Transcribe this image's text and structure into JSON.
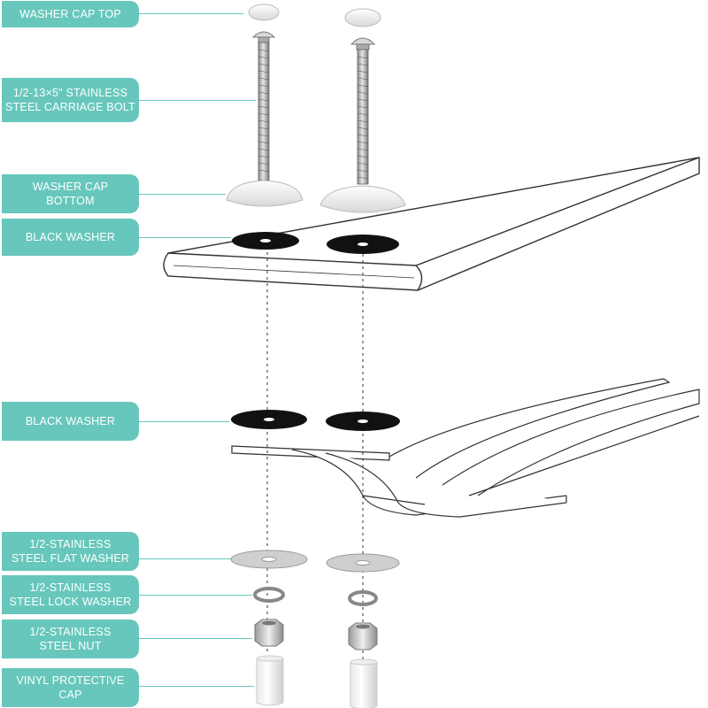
{
  "labels": {
    "washer_cap_top": "WASHER CAP TOP",
    "carriage_bolt_line1": "1/2-13×5\" STAINLESS",
    "carriage_bolt_line2": "STEEL CARRIAGE BOLT",
    "washer_cap_bottom_line1": "WASHER CAP",
    "washer_cap_bottom_line2": "BOTTOM",
    "black_washer_upper": "BLACK WASHER",
    "black_washer_lower": "BLACK WASHER",
    "flat_washer_line1": "1/2-STAINLESS",
    "flat_washer_line2": "STEEL FLAT WASHER",
    "lock_washer_line1": "1/2-STAINLESS",
    "lock_washer_line2": "STEEL LOCK WASHER",
    "nut_line1": "1/2-STAINLESS",
    "nut_line2": "STEEL NUT",
    "vinyl_cap_line1": "VINYL PROTECTIVE",
    "vinyl_cap_line2": "CAP"
  },
  "colors": {
    "label_bg": "#67c7bc",
    "label_text": "#ffffff",
    "leader_line": "#67c7bc",
    "outline": "#333333",
    "black_washer": "#111111",
    "steel": "#c9c9c9"
  }
}
